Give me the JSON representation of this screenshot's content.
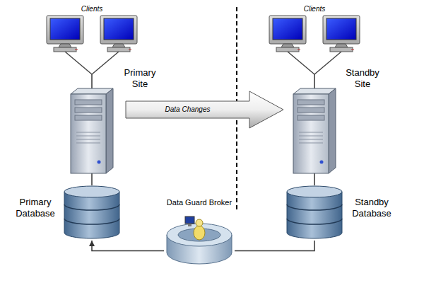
{
  "diagram": {
    "nodes": [
      {
        "text": [
          "Clients"
        ]
      },
      {
        "text": [
          "Clients"
        ]
      },
      {
        "text": [
          "Primary Site"
        ]
      },
      {
        "text": [
          "Standby Site"
        ]
      },
      {
        "text": [
          "Primary Database"
        ]
      },
      {
        "text": [
          "Data Guard Broker"
        ]
      },
      {
        "text": [
          "Standby Database"
        ]
      }
    ],
    "edges": [
      {
        "from": 0,
        "to": 2,
        "arrow": "none"
      },
      {
        "from": 1,
        "to": 3,
        "arrow": "none"
      },
      {
        "from": 2,
        "to": 3,
        "label": "Data Changes",
        "arrow": "to"
      },
      {
        "from": 2,
        "to": 4,
        "arrow": "none"
      },
      {
        "from": 3,
        "to": 6,
        "arrow": "none"
      },
      {
        "from": 5,
        "to": 4,
        "arrow": "to"
      },
      {
        "from": 5,
        "to": 6,
        "arrow": "none"
      }
    ]
  }
}
